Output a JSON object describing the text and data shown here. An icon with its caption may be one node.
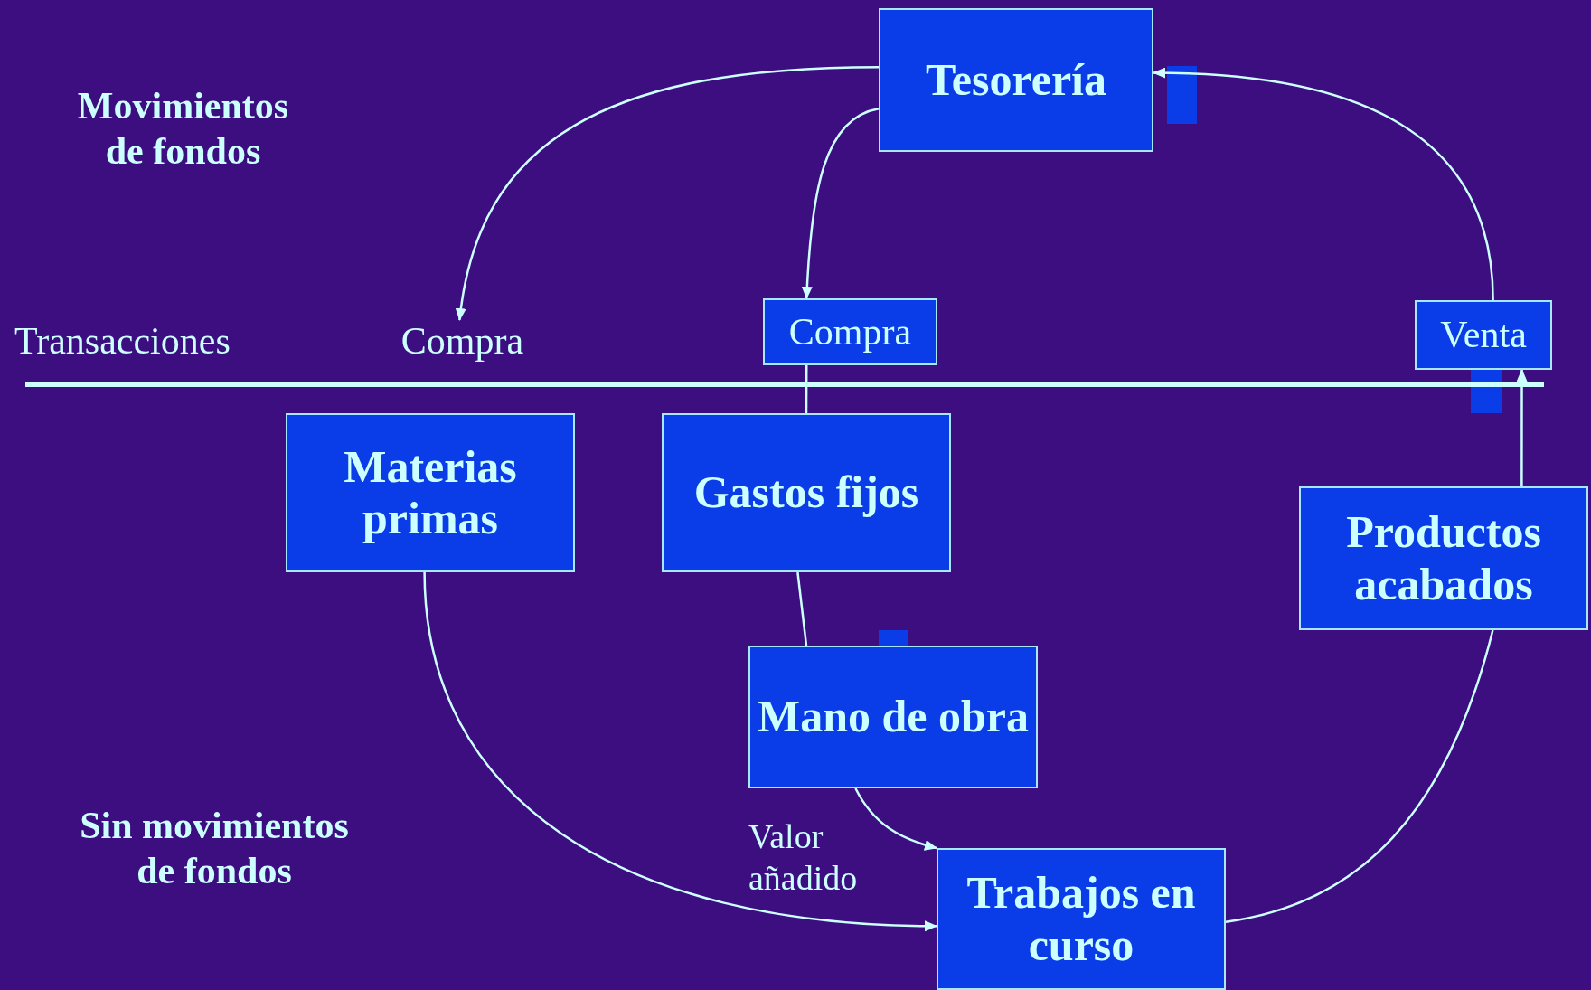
{
  "diagram": {
    "nodes": [
      {
        "text": [
          "Tesorería"
        ]
      },
      {
        "text": [
          "Compra"
        ]
      },
      {
        "text": [
          "Compra"
        ]
      },
      {
        "text": [
          "Venta"
        ]
      },
      {
        "text": [
          "Materias primas"
        ]
      },
      {
        "text": [
          "Gastos fijos"
        ]
      },
      {
        "text": [
          "Productos acabados"
        ]
      },
      {
        "text": [
          "Mano de obra"
        ]
      },
      {
        "text": [
          "Trabajos en curso"
        ]
      }
    ],
    "edges": [
      {
        "from": 0,
        "to": 1,
        "arrow": "to"
      },
      {
        "from": 0,
        "to": 2,
        "arrow": "to"
      },
      {
        "from": 2,
        "to": 5,
        "arrow": "none"
      },
      {
        "from": 5,
        "to": 7,
        "arrow": "none"
      },
      {
        "from": 4,
        "to": 8,
        "arrow": "to"
      },
      {
        "from": 7,
        "to": 8,
        "arrow": "to"
      },
      {
        "from": 8,
        "to": 6,
        "arrow": "none"
      },
      {
        "from": 6,
        "to": 3,
        "arrow": "to"
      },
      {
        "from": 3,
        "to": 0,
        "arrow": "to"
      }
    ],
    "labels": [
      "Movimientos de fondos",
      "Transacciones",
      "Sin movimientos de fondos",
      "Valor añadido"
    ]
  }
}
